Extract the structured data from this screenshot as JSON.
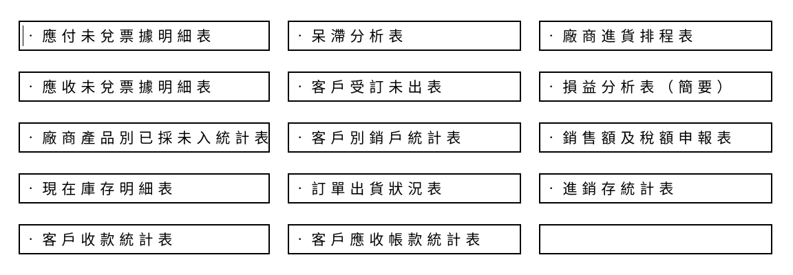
{
  "page": {
    "background": "#ffffff",
    "box_border_color": "#000000",
    "text_color": "#000000"
  },
  "bullet_glyph": "·",
  "menu": {
    "cells": [
      {
        "label": "應付未兌票據明細表"
      },
      {
        "label": "呆滯分析表"
      },
      {
        "label": "廠商進貨排程表"
      },
      {
        "label": "應收未兌票據明細表"
      },
      {
        "label": "客戶受訂未出表"
      },
      {
        "label": "損益分析表（簡要）"
      },
      {
        "label": "廠商產品別已採未入統計表"
      },
      {
        "label": "客戶別銷戶統計表"
      },
      {
        "label": "銷售額及稅額申報表"
      },
      {
        "label": "現在庫存明細表"
      },
      {
        "label": "訂單出貨狀況表"
      },
      {
        "label": "進銷存統計表"
      },
      {
        "label": "客戶收款統計表"
      },
      {
        "label": "客戶應收帳款統計表"
      },
      {
        "label": ""
      }
    ]
  }
}
